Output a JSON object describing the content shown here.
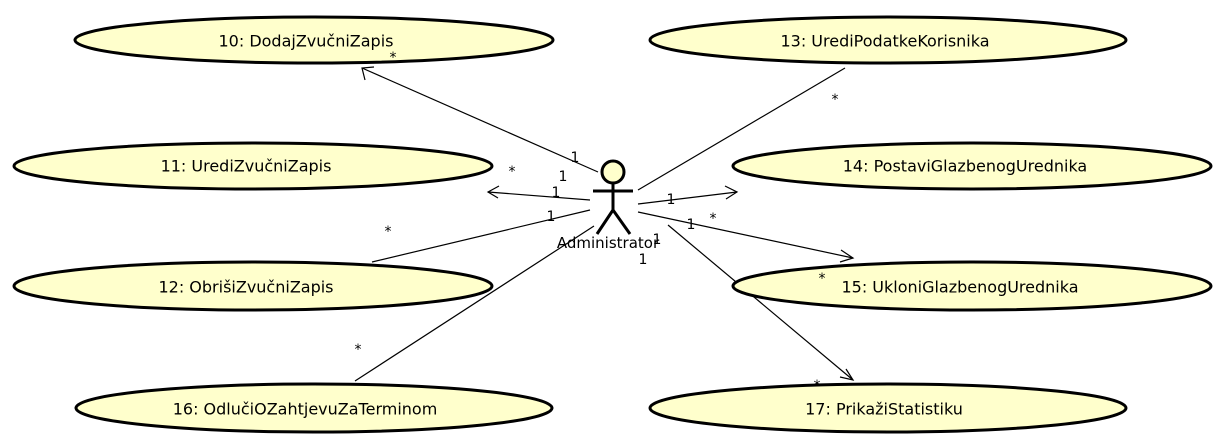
{
  "actor": {
    "name": "Administrator"
  },
  "use_cases": [
    {
      "id": "uc10",
      "label": "10: DodajZvučniZapis",
      "actor_mult": "1",
      "uc_mult": "*",
      "arrow": true
    },
    {
      "id": "uc11",
      "label": "11: UrediZvučniZapis",
      "actor_mult": "1",
      "uc_mult": "*",
      "arrow": true
    },
    {
      "id": "uc12",
      "label": "12: ObrišiZvučniZapis",
      "actor_mult": "1",
      "uc_mult": "*",
      "arrow": false
    },
    {
      "id": "uc16",
      "label": "16: OdlučiOZahtjevuZaTerminom",
      "actor_mult": "1",
      "uc_mult": "*",
      "arrow": false
    },
    {
      "id": "uc13",
      "label": "13: UrediPodatkeKorisnika",
      "actor_mult": "1",
      "uc_mult": "*",
      "arrow": false
    },
    {
      "id": "uc14",
      "label": "14: PostaviGlazbenogUrednika",
      "actor_mult": "1",
      "uc_mult": "",
      "arrow": true
    },
    {
      "id": "uc15",
      "label": "15: UkloniGlazbenogUrednika",
      "actor_mult": "1",
      "uc_mult": "*",
      "arrow": true
    },
    {
      "id": "uc17",
      "label": "17: PrikažiStatistiku",
      "actor_mult": "1",
      "uc_mult": "*",
      "arrow": true
    }
  ],
  "extra_multiplicities": [
    "*"
  ]
}
